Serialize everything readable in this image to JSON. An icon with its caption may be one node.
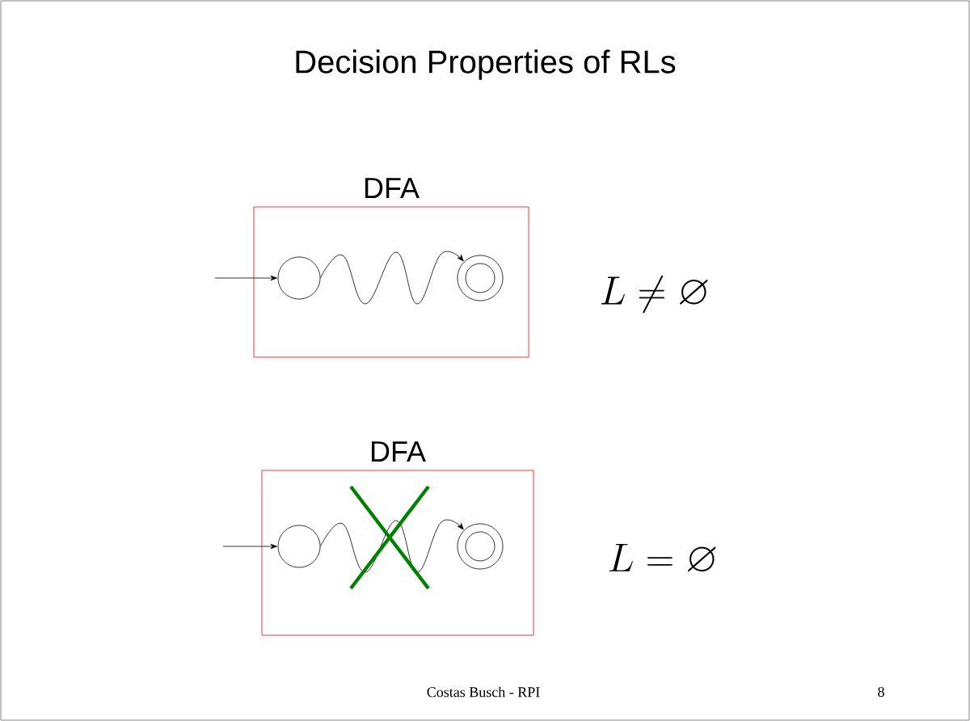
{
  "diagram": {
    "title": "Decision Properties of RLs",
    "nodes": [
      {
        "text": [
          "DFA"
        ]
      },
      {
        "text": [],
        "shape": "circle",
        "in": 0
      },
      {
        "text": [],
        "shape": "circle",
        "in": 0
      },
      {
        "text": [
          "DFA"
        ]
      },
      {
        "text": [],
        "shape": "circle",
        "in": 3
      },
      {
        "text": [],
        "shape": "circle",
        "in": 3
      }
    ],
    "edges": [
      {
        "from": null,
        "to": 1,
        "arrow": "to"
      },
      {
        "from": 1,
        "to": 2,
        "arrow": "to"
      },
      {
        "from": null,
        "to": 4,
        "arrow": "to"
      },
      {
        "from": 4,
        "to": 5,
        "arrow": "to"
      }
    ],
    "labels": [
      "L \\neq \\varnothing",
      "L = \\varnothing",
      "Costas Busch - RPI",
      "8"
    ]
  }
}
